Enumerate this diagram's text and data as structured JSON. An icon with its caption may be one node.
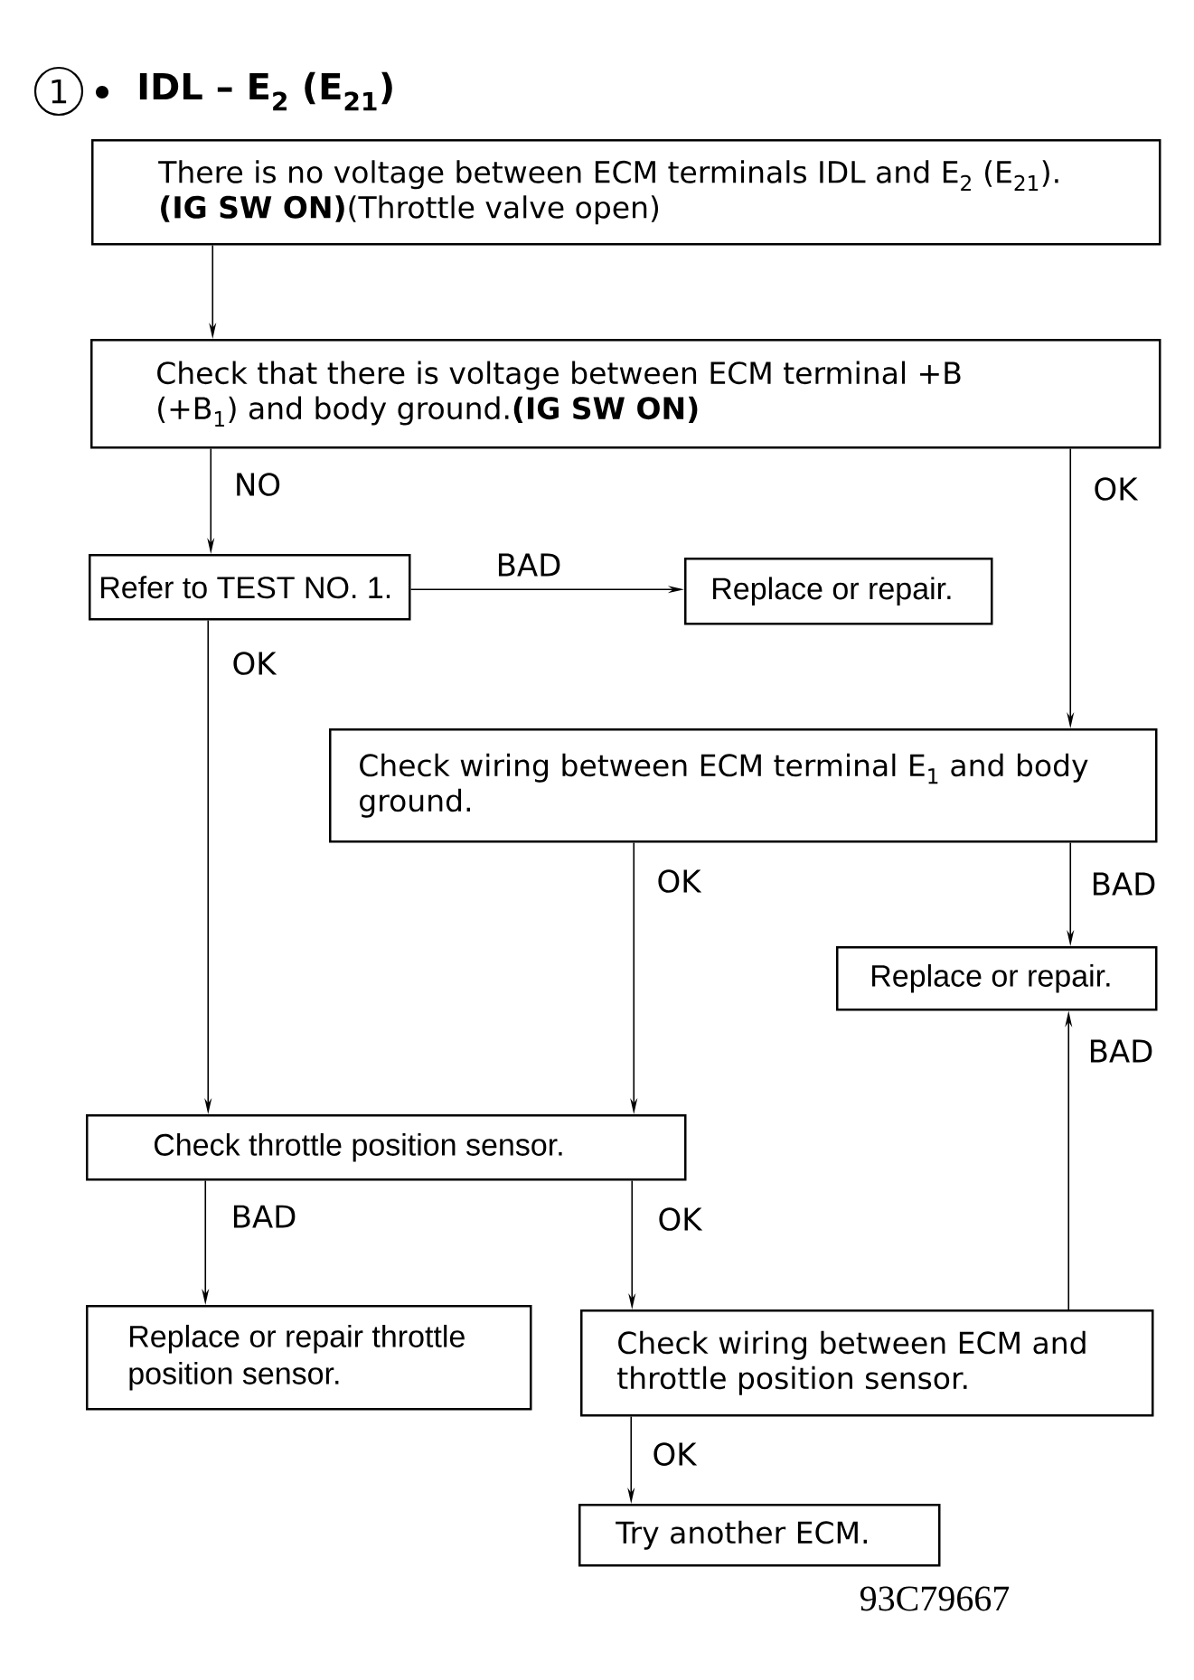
{
  "diagram": {
    "title": "IDL – E$_{2}$ (E$_{21}$)",
    "nodes": [
      {
        "text": [
          "There is no voltage between ECM terminals IDL and E$_{2}$ (E$_{21}$).",
          "**(IG SW ON)**(Throttle valve open)"
        ]
      },
      {
        "text": [
          "Check that there is voltage between ECM terminal +B (+B$_{1}$) and body ground.**(IG SW ON)**"
        ]
      },
      {
        "text": [
          "Refer to TEST NO. 1."
        ]
      },
      {
        "text": [
          "Replace or repair."
        ]
      },
      {
        "text": [
          "Check wiring between ECM terminal E$_{1}$ and body ground."
        ]
      },
      {
        "text": [
          "Replace or repair."
        ]
      },
      {
        "text": [
          "Check throttle position sensor."
        ]
      },
      {
        "text": [
          "Replace or repair throttle position sensor."
        ]
      },
      {
        "text": [
          "Check wiring between ECM and throttle position sensor."
        ]
      },
      {
        "text": [
          "Try another ECM."
        ]
      }
    ],
    "edges": [
      {
        "from": 0,
        "to": 1,
        "arrow": "to"
      },
      {
        "from": 1,
        "to": 2,
        "arrow": "to",
        "label": "NO"
      },
      {
        "from": 1,
        "to": 4,
        "arrow": "to",
        "label": "OK"
      },
      {
        "from": 2,
        "to": 3,
        "arrow": "to",
        "label": "BAD"
      },
      {
        "from": 2,
        "to": 6,
        "arrow": "to",
        "label": "OK"
      },
      {
        "from": 4,
        "to": 6,
        "arrow": "to",
        "label": "OK"
      },
      {
        "from": 4,
        "to": 5,
        "arrow": "to",
        "label": "BAD"
      },
      {
        "from": 8,
        "to": 5,
        "arrow": "to",
        "label": "BAD"
      },
      {
        "from": 6,
        "to": 7,
        "arrow": "to",
        "label": "BAD"
      },
      {
        "from": 6,
        "to": 8,
        "arrow": "to",
        "label": "OK"
      },
      {
        "from": 8,
        "to": 9,
        "arrow": "to",
        "label": "OK"
      }
    ],
    "labels": [
      "1",
      "93C79667"
    ]
  }
}
